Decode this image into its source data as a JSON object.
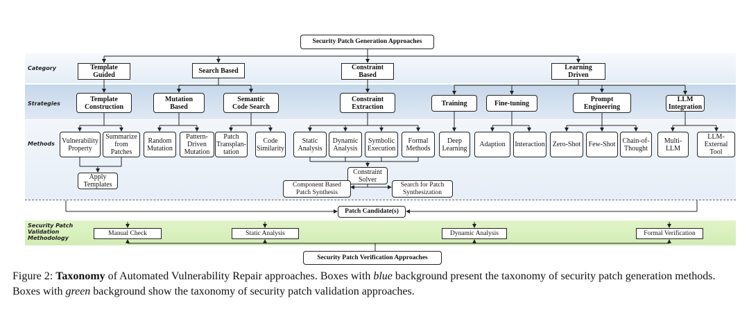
{
  "rows": {
    "category": "Category",
    "strategies": "Strategies",
    "methods": "Methods",
    "validation": "Security Patch\nValidation\nMethodology"
  },
  "root": "Security Patch Generation Approaches",
  "categories": {
    "template": "Template\nGuided",
    "search": "Search Based",
    "constraint": "Constraint\nBased",
    "learning": "Learning\nDriven"
  },
  "strategies": {
    "template_construction": "Template\nConstruction",
    "mutation": "Mutation\nBased",
    "semantic": "Semantic\nCode Search",
    "constraint_extraction": "Constraint\nExtraction",
    "training": "Training",
    "finetuning": "Fine-tuning",
    "prompt": "Prompt\nEngineering",
    "llm_integration": "LLM\nIntegration"
  },
  "methods": {
    "vulnerability_property": "Vulnerability\nProperty",
    "summarize": "Summarize\nfrom\nPatches",
    "apply_templates": "Apply\nTemplates",
    "random_mutation": "Random\nMutation",
    "pattern_mutation": "Pattern-\nDriven\nMutation",
    "patch_transplantation": "Patch\nTransplan-\ntation",
    "code_similarity": "Code\nSimilarity",
    "static_analysis": "Static\nAnalysis",
    "dynamic_analysis": "Dynamic\nAnalysis",
    "symbolic_execution": "Symbolic\nExecution",
    "formal_methods": "Formal\nMethods",
    "constraint_solver": "Constraint\nSolver",
    "component_based": "Component Based\nPatch Synthesis",
    "search_patch": "Search for Patch\nSynthesization",
    "deep_learning": "Deep\nLearning",
    "adaption": "Adaption",
    "interaction": "Interaction",
    "zero_shot": "Zero-Shot",
    "few_shot": "Few-Shot",
    "chain_of_thought": "Chain-of-\nThought",
    "multi_llm": "Multi-\nLLM",
    "llm_external_tool": "LLM-\nExternal\nTool"
  },
  "patch_candidates": "Patch Candidate(s)",
  "validation": {
    "manual": "Manual Check",
    "static": "Static Analysis",
    "dynamic": "Dynamic Analysis",
    "formal": "Formal Verification"
  },
  "verification_root": "Security Patch Verification Approaches",
  "caption": {
    "prefix": "Figure 2: ",
    "bold": "Taxonomy",
    "part1": " of Automated Vulnerability Repair approaches. Boxes with ",
    "italic1": "blue",
    "part2": " background present the taxonomy of security patch generation methods. Boxes with ",
    "italic2": "green",
    "part3": " background show the taxonomy of security patch validation approaches."
  },
  "colors": {
    "generation_band": "#dfe9f4",
    "validation_band": "#d6eebb",
    "line": "#222222"
  }
}
